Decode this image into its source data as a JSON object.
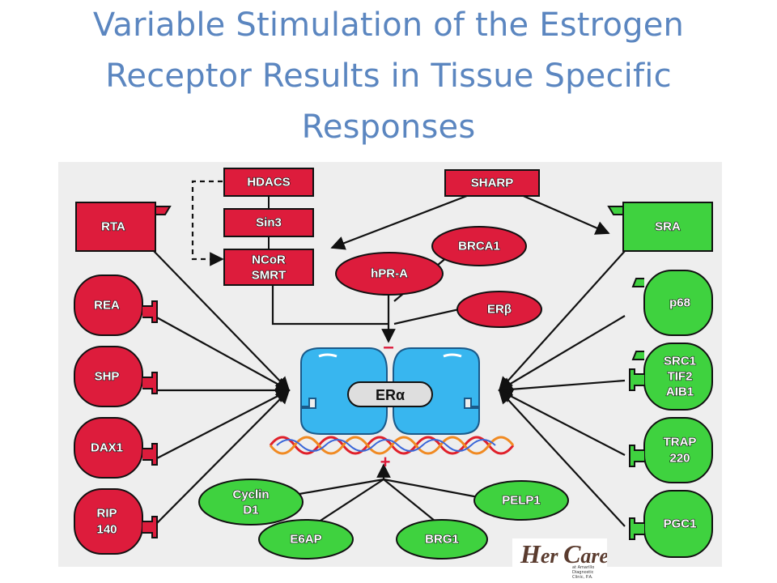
{
  "slide": {
    "title": "Variable Stimulation of the Estrogen Receptor Results in Tissue Specific Responses"
  },
  "diagram": {
    "corepressor_stack": [
      "HDACS",
      "Sin3",
      "NCoR",
      "SMRT"
    ],
    "left_boxes": [
      "RTA"
    ],
    "left_pills": [
      {
        "lines": [
          "REA"
        ]
      },
      {
        "lines": [
          "SHP"
        ]
      },
      {
        "lines": [
          "DAX1"
        ]
      },
      {
        "lines": [
          "RIP",
          "140"
        ]
      }
    ],
    "top_right_box": "SHARP",
    "red_ovals": [
      "BRCA1",
      "hPR-A",
      "ERβ"
    ],
    "right_box": "SRA",
    "right_pills": [
      {
        "lines": [
          "p68"
        ]
      },
      {
        "lines": [
          "SRC1",
          "TIF2",
          "AIB1"
        ]
      },
      {
        "lines": [
          "TRAP",
          "220"
        ]
      },
      {
        "lines": [
          "PGC1"
        ]
      }
    ],
    "green_ovals": [
      {
        "lines": [
          "Cyclin",
          "D1"
        ]
      },
      {
        "lines": [
          "PELP1"
        ]
      },
      {
        "lines": [
          "E6AP"
        ]
      },
      {
        "lines": [
          "BRG1"
        ]
      }
    ],
    "receptor_label": "ERα",
    "minus_sign": "–",
    "plus_sign": "+",
    "colors": {
      "repressor": "#dd1c3c",
      "activator": "#3fd23f",
      "receptor": "#38b6ef",
      "background": "#eeeeee",
      "title": "#5b86c0"
    }
  },
  "logo": {
    "brand_prefix": "H",
    "brand_mid": "er ",
    "brand_c": "C",
    "brand_suffix": "are",
    "subtitle": "at Amarillo Diagnostic Clinic, P.A."
  }
}
